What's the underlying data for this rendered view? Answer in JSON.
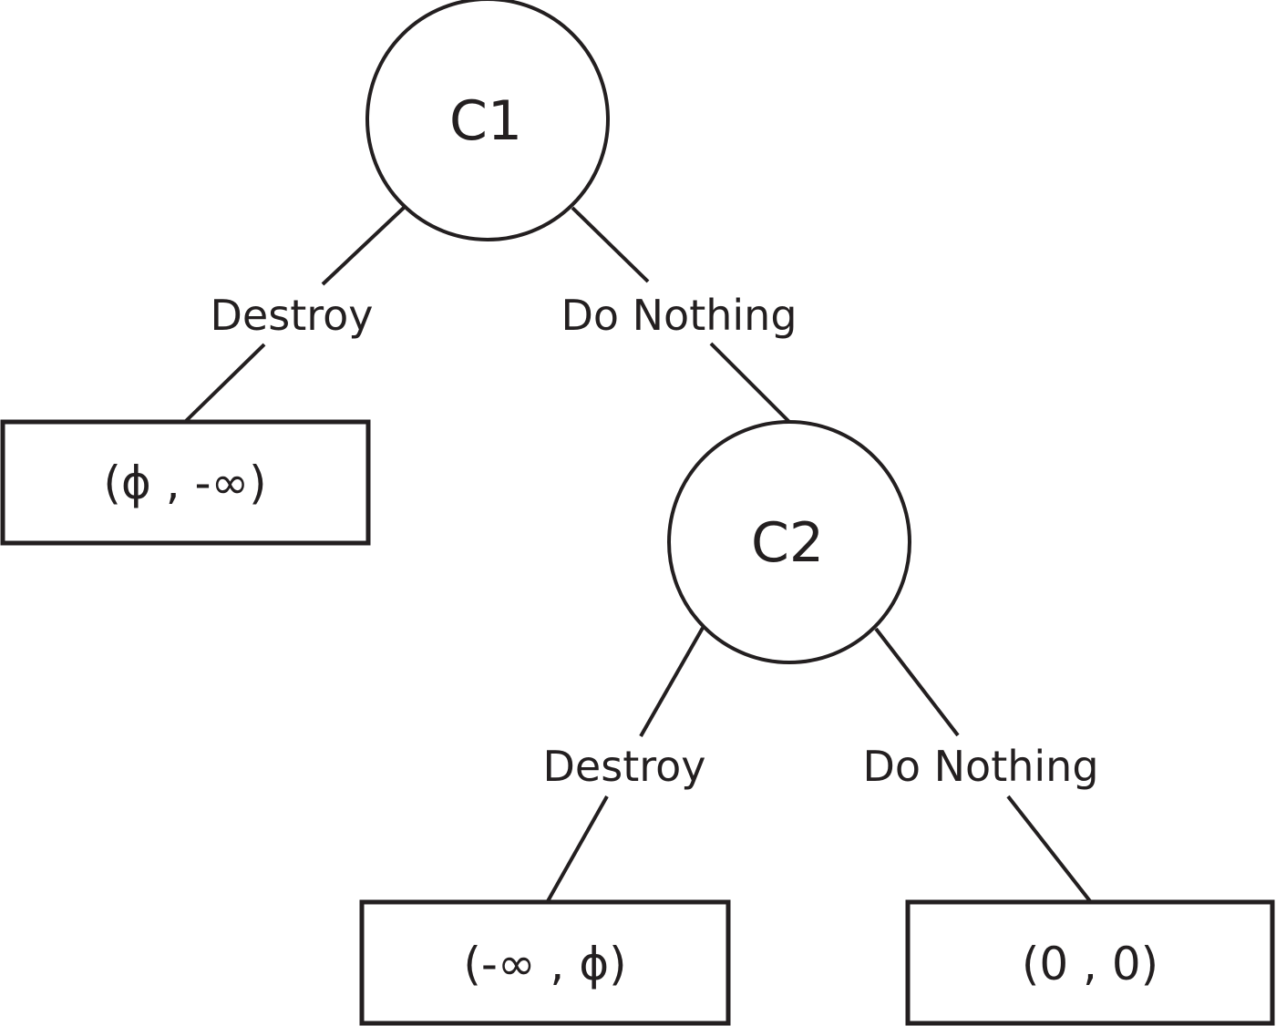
{
  "nodes": {
    "c1": {
      "label": "C1"
    },
    "c2": {
      "label": "C2"
    }
  },
  "edges": {
    "c1_destroy": {
      "label": "Destroy"
    },
    "c1_do_nothing": {
      "label": "Do Nothing"
    },
    "c2_destroy": {
      "label": "Destroy"
    },
    "c2_do_nothing": {
      "label": "Do Nothing"
    }
  },
  "leaves": {
    "leaf1": {
      "payoff": "(ϕ , -∞)"
    },
    "leaf2": {
      "payoff": "(-∞ , ϕ)"
    },
    "leaf3": {
      "payoff": "(0 , 0)"
    }
  },
  "colors": {
    "stroke": "#231f20",
    "background": "#ffffff"
  }
}
